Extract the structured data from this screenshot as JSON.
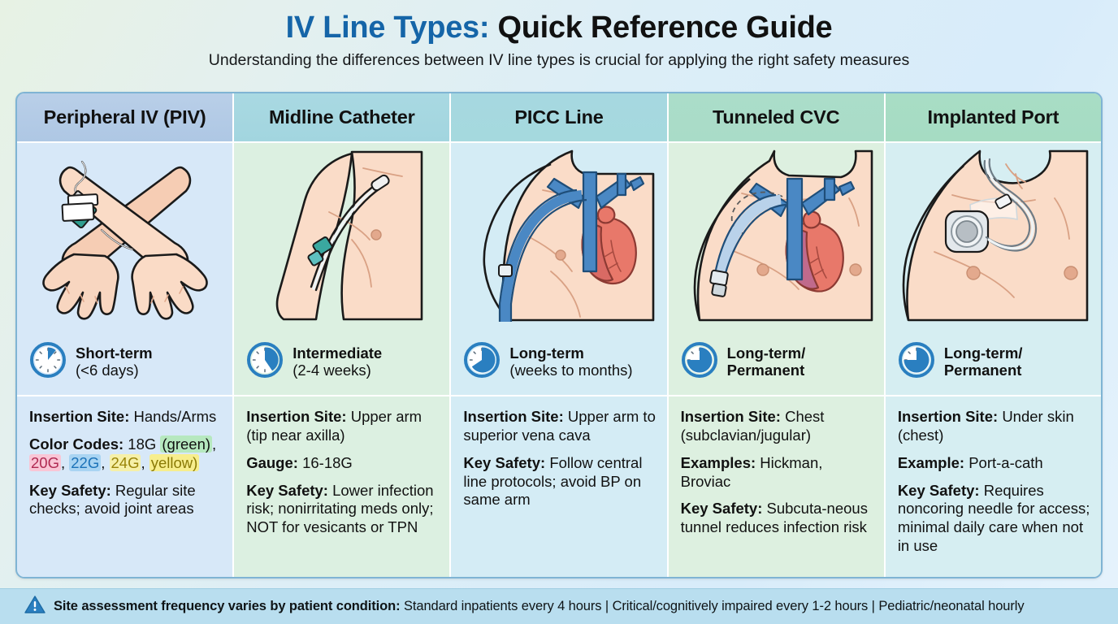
{
  "header": {
    "title_accent": "IV Line Types:",
    "title_rest": "Quick Reference Guide",
    "subtitle": "Understanding the differences between IV line types is crucial for applying the right safety measures"
  },
  "columns": [
    {
      "name": "Peripheral IV (PIV)",
      "illustration": "crossed-arms-with-cannula-illustration",
      "duration_primary": "Short-term",
      "duration_secondary": "(<6 days)",
      "clock_fraction": 0.12,
      "details": [
        {
          "label": "Insertion Site:",
          "value": "Hands/Arms"
        },
        {
          "label": "Color Codes:",
          "value": "18G (green), 20G, 22G, 24G, yellow)"
        },
        {
          "label": "Key Safety:",
          "value": "Regular site checks; avoid joint areas"
        }
      ],
      "color_codes": {
        "prefix": "18G ",
        "chips": [
          {
            "text": "(green)",
            "style": "green"
          },
          {
            "text": "20G",
            "style": "pink"
          },
          {
            "text": "22G",
            "style": "blue"
          },
          {
            "text": "24G",
            "style": "yellow"
          },
          {
            "text": "yellow)",
            "style": "yellow2"
          }
        ]
      }
    },
    {
      "name": "Midline Catheter",
      "illustration": "upper-arm-midline-catheter-illustration",
      "duration_primary": "Intermediate",
      "duration_secondary": "(2-4 weeks)",
      "clock_fraction": 0.3,
      "details": [
        {
          "label": "Insertion Site:",
          "value": "Upper arm (tip near axilla)"
        },
        {
          "label": "Gauge:",
          "value": "16-18G"
        },
        {
          "label": "Key Safety:",
          "value": "Lower infection risk; nonirritating meds only; NOT for vesicants or TPN"
        }
      ]
    },
    {
      "name": "PICC Line",
      "illustration": "torso-picc-to-vena-cava-illustration",
      "duration_primary": "Long-term",
      "duration_secondary": "(weeks to months)",
      "clock_fraction": 0.55,
      "details": [
        {
          "label": "Insertion Site:",
          "value": "Upper arm to superior vena cava"
        },
        {
          "label": "Key Safety:",
          "value": "Follow central line protocols; avoid BP on same arm"
        }
      ]
    },
    {
      "name": "Tunneled CVC",
      "illustration": "chest-tunneled-cvc-illustration",
      "duration_primary": "Long-term/",
      "duration_secondary": "Permanent",
      "clock_fraction": 0.75,
      "details": [
        {
          "label": "Insertion Site:",
          "value": "Chest (subclavian/jugular)"
        },
        {
          "label": "Examples:",
          "value": "Hickman, Broviac"
        },
        {
          "label": "Key Safety:",
          "value": "Subcuta-neous tunnel reduces infection risk"
        }
      ]
    },
    {
      "name": "Implanted Port",
      "illustration": "chest-implanted-port-illustration",
      "duration_primary": "Long-term/",
      "duration_secondary": "Permanent",
      "clock_fraction": 0.75,
      "details": [
        {
          "label": "Insertion Site:",
          "value": "Under skin (chest)"
        },
        {
          "label": "Example:",
          "value": "Port-a-cath"
        },
        {
          "label": "Key Safety:",
          "value": "Requires noncoring needle for access; minimal daily care when not in use"
        }
      ]
    }
  ],
  "footer": {
    "icon": "warning-triangle-icon",
    "bold_text": "Site assessment frequency varies by patient condition:",
    "rest_text": " Standard inpatients every 4 hours | Critical/cognitively impaired every 1-2 hours | Pediatric/neonatal hourly"
  },
  "colors": {
    "accent_blue": "#1565a8",
    "clock_blue": "#2a7fc0",
    "footer_bg": "#b9deef",
    "frame_border": "#7fb4d4"
  }
}
